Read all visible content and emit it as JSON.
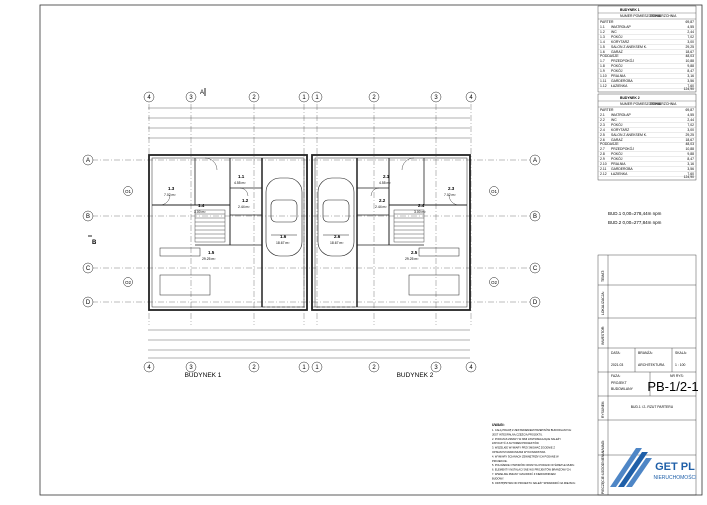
{
  "axes": {
    "columns_top": [
      "4",
      "3",
      "A",
      "2",
      "1",
      "1",
      "2",
      "3",
      "4"
    ],
    "columns_bottom": [
      "4",
      "3",
      "2",
      "1",
      "1",
      "2",
      "3",
      "4"
    ],
    "rows": [
      "A",
      "B",
      "C",
      "D"
    ],
    "section_mark": "B"
  },
  "rooms_b1": [
    {
      "id": "1.1",
      "area": "4.55 m²"
    },
    {
      "id": "1.2",
      "area": "2.44 m²"
    },
    {
      "id": "1.3",
      "area": "7.02 m²"
    },
    {
      "id": "1.4",
      "area": "3.00 m²"
    },
    {
      "id": "1.5",
      "area": "29.25 m²"
    },
    {
      "id": "1.6",
      "area": "18.67 m²"
    }
  ],
  "rooms_b2": [
    {
      "id": "2.1",
      "area": "4.55 m²"
    },
    {
      "id": "2.2",
      "area": "2.44 m²"
    },
    {
      "id": "2.3",
      "area": "7.02 m²"
    },
    {
      "id": "2.4",
      "area": "3.00 m²"
    },
    {
      "id": "2.5",
      "area": "29.25 m²"
    },
    {
      "id": "2.6",
      "area": "18.67 m²"
    }
  ],
  "building_labels": {
    "b1": "BUDYNEK 1",
    "b2": "BUDYNEK 2"
  },
  "window_tags": [
    "O1",
    "O2",
    "O1",
    "O2"
  ],
  "bud_levels": {
    "line1": "BUD.1  0,00=278,44m npm",
    "line2": "BUD.2  0,00=277,84m npm"
  },
  "table1": {
    "title": "BUDYNEK 1",
    "col1": "NUMER POMIESZCZENIA",
    "col2": "POWIERZCHNIA",
    "group1": "PARTER",
    "group2": "PODDASZE",
    "total1": "69,87",
    "total2": "48,03",
    "grand_total": "124,90",
    "rows1": [
      {
        "no": "1.1",
        "name": "WIATROŁAP",
        "area": "4,55"
      },
      {
        "no": "1.2",
        "name": "WC",
        "area": "2,44"
      },
      {
        "no": "1.3",
        "name": "POKÓJ",
        "area": "7,02"
      },
      {
        "no": "1.4",
        "name": "KORYTARZ",
        "area": "3,00"
      },
      {
        "no": "1.5",
        "name": "SALON Z ANEKSEM K.",
        "area": "29,25"
      },
      {
        "no": "1.6",
        "name": "GARAŻ",
        "area": "18,67"
      }
    ],
    "rows2": [
      {
        "no": "1.7",
        "name": "PRZEDPOKÓJ",
        "area": "10,88"
      },
      {
        "no": "1.8",
        "name": "POKÓJ",
        "area": "9,88"
      },
      {
        "no": "1.9",
        "name": "POKÓJ",
        "area": "8,47"
      },
      {
        "no": "1.10",
        "name": "PRALNIA",
        "area": "3,16"
      },
      {
        "no": "1.11",
        "name": "GARDEROBA",
        "area": "3,56"
      },
      {
        "no": "1.12",
        "name": "ŁAZIENKA",
        "area": "7,60"
      }
    ]
  },
  "table2": {
    "title": "BUDYNEK 2",
    "col1": "NUMER POMIESZCZENIA",
    "col2": "POWIERZCHNIA",
    "group1": "PARTER",
    "group2": "PODDASZE",
    "total1": "69,87",
    "total2": "48,03",
    "grand_total": "124,90",
    "rows1": [
      {
        "no": "2.1",
        "name": "WIATROŁAP",
        "area": "4,55"
      },
      {
        "no": "2.2",
        "name": "WC",
        "area": "2,44"
      },
      {
        "no": "2.3",
        "name": "POKÓJ",
        "area": "7,02"
      },
      {
        "no": "2.4",
        "name": "KORYTARZ",
        "area": "3,00"
      },
      {
        "no": "2.5",
        "name": "SALON Z ANEKSEM K.",
        "area": "29,25"
      },
      {
        "no": "2.6",
        "name": "GARAŻ",
        "area": "18,67"
      }
    ],
    "rows2": [
      {
        "no": "2.7",
        "name": "PRZEDPOKÓJ",
        "area": "10,88"
      },
      {
        "no": "2.8",
        "name": "POKÓJ",
        "area": "9,88"
      },
      {
        "no": "2.9",
        "name": "POKÓJ",
        "area": "8,47"
      },
      {
        "no": "2.10",
        "name": "PRALNIA",
        "area": "3,16"
      },
      {
        "no": "2.11",
        "name": "GARDEROBA",
        "area": "3,56"
      },
      {
        "no": "2.12",
        "name": "ŁAZIENKA",
        "area": "7,60"
      }
    ]
  },
  "side_labels": {
    "temat": "TEMAT:",
    "lokalizacja": "LOKALIZACJA:",
    "inwestor": "INWESTOR:",
    "rysunek": "RYSUNEK:",
    "uwagi": "UWAGI:",
    "uzgodnienia": "UZGODNIENIA:",
    "pieczecie": "PIECZĘCIE:"
  },
  "title_block": {
    "data_label": "DATA:",
    "data_value": "2021.03",
    "branza_label": "BRANŻA:",
    "branza_value": "ARCHITEKTURA",
    "skala_label": "SKALA:",
    "skala_value": "1 : 100",
    "faza_label": "FAZA:",
    "faza_value_1": "PROJEKT",
    "faza_value_2": "BUDOWLANY",
    "nr_label": "NR RYS:",
    "nr_value": "PB-1/2-1",
    "drawing_name": "BUD.1 i 2- RZUT PARTERU"
  },
  "notes": {
    "title": "UWAGI:",
    "lines": [
      "1. CAŁĄ PRACĘ Z ZESTAWIENIEM PRZEPISÓW BUDOWLANYCH",
      "   JEST INTEGRALNĄ CZĘŚCIĄ PROJEKTU.",
      "2. PODCZAS ZMIANY W NIMI ZASTRZEGAJĄCE NALEŻY",
      "   ZATOCZYĆ Z AUTOREM PROJEKTÓW.",
      "3. WSZELKIE WYMIARY PRZYJMOWAĆ ZGODNIE Z",
      "   OPISANYMI WARUNKAMI WYKONAWSTWA.",
      "4. WYMIARY ŚCIANACH ZEWNĘTRZNYCH PODANE W",
      "   PROJEKCIE.",
      "5. POLOŻENIE OTWORÓW OKNNYCH PODANO W ŚWIETLE MURU.",
      "6. ELEMENTY INSTALACYJNE WG PROJEKTÓW BRANŻOWYCH.",
      "7. WSZELKIE ZMIANY UZGODNIĆ Z KIEROWNIKIEM",
      "   BUDOWY.",
      "8. ODSTĘPSTWA OD PROJEKTU NALEŻY SPRAWDZIĆ NA MIEJSCU."
    ]
  },
  "logo": {
    "text1": "GET PL",
    "text2": "NIERUCHOMOŚCI"
  },
  "colors": {
    "line": "#222222",
    "wall_fill": "#cccccc",
    "logo_blue": "#1f5fa8",
    "logo_light": "#4e86c6"
  }
}
